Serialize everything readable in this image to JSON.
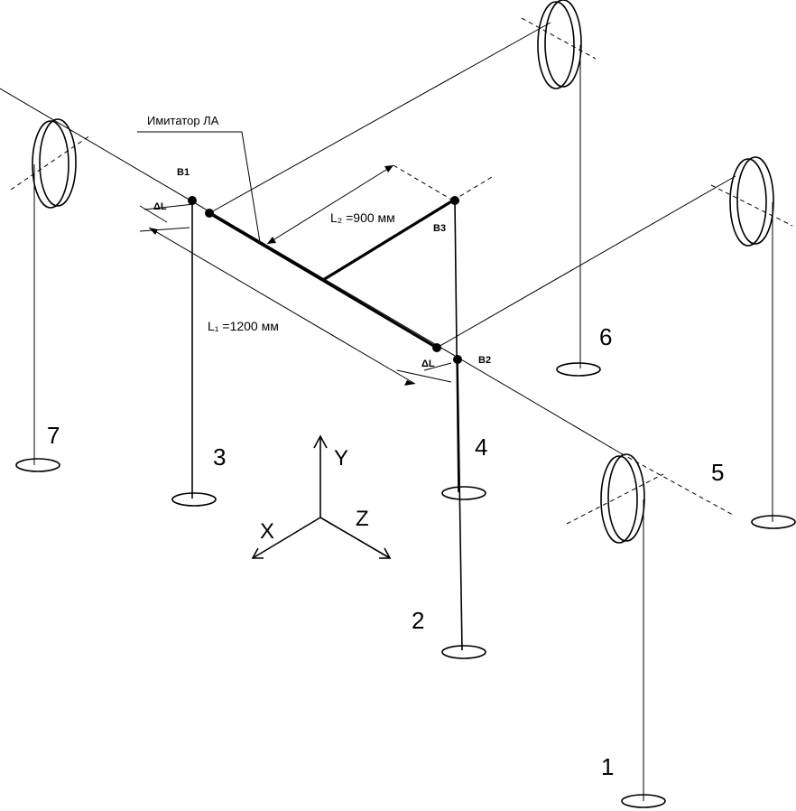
{
  "labels": {
    "imitator": "Имитатор ЛА",
    "b1": "B1",
    "b2": "B2",
    "b3": "B3",
    "l1": "L₁ =1200 мм",
    "l2": "L₂ =900 мм",
    "dl_left": "ΔL",
    "dl_right": "ΔL"
  },
  "axes": {
    "x": "X",
    "y": "Y",
    "z": "Z"
  },
  "supports": [
    "1",
    "2",
    "3",
    "4",
    "5",
    "6",
    "7"
  ]
}
